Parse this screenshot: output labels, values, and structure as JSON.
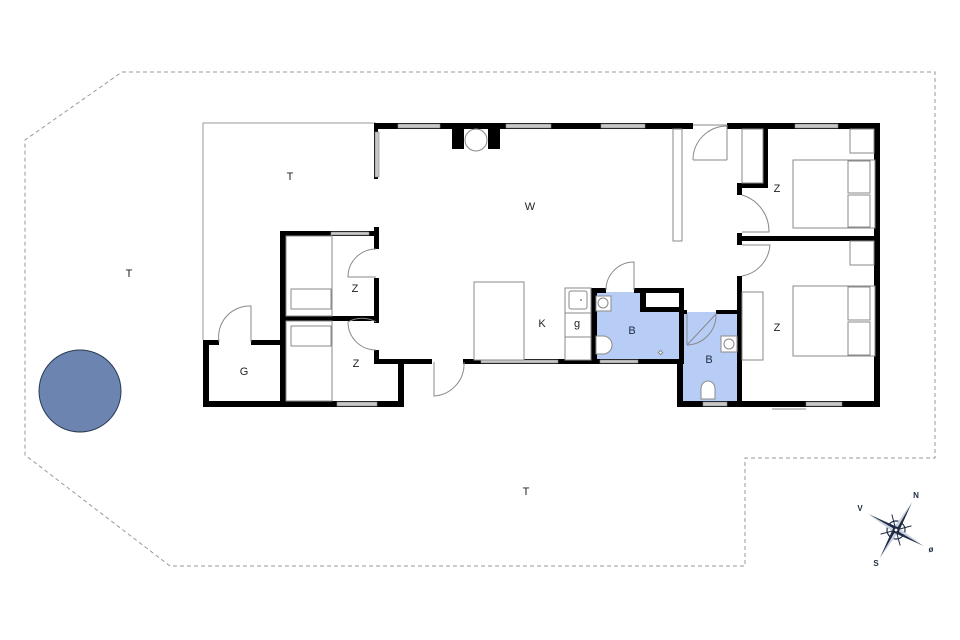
{
  "plan": {
    "colors": {
      "wall": "#000000",
      "bathroom_fill": "#b7cdf6",
      "pool_fill": "#6b84b0",
      "plot_outline": "#9a9a9a",
      "compass": "#1f2a44"
    },
    "rooms": {
      "terrace_top": "T",
      "terrace_left": "T",
      "terrace_bottom": "T",
      "living": "W",
      "kitchen": "K",
      "kitchen_g": "g",
      "bath_1": "B",
      "bath_2": "B",
      "bedroom_top_right": "Z",
      "bedroom_bottom_right": "Z",
      "bedroom_left_upper": "Z",
      "bedroom_left_lower": "Z",
      "garage": "G"
    },
    "compass": {
      "north": "N",
      "south": "S",
      "east": "ø",
      "west": "V"
    }
  }
}
